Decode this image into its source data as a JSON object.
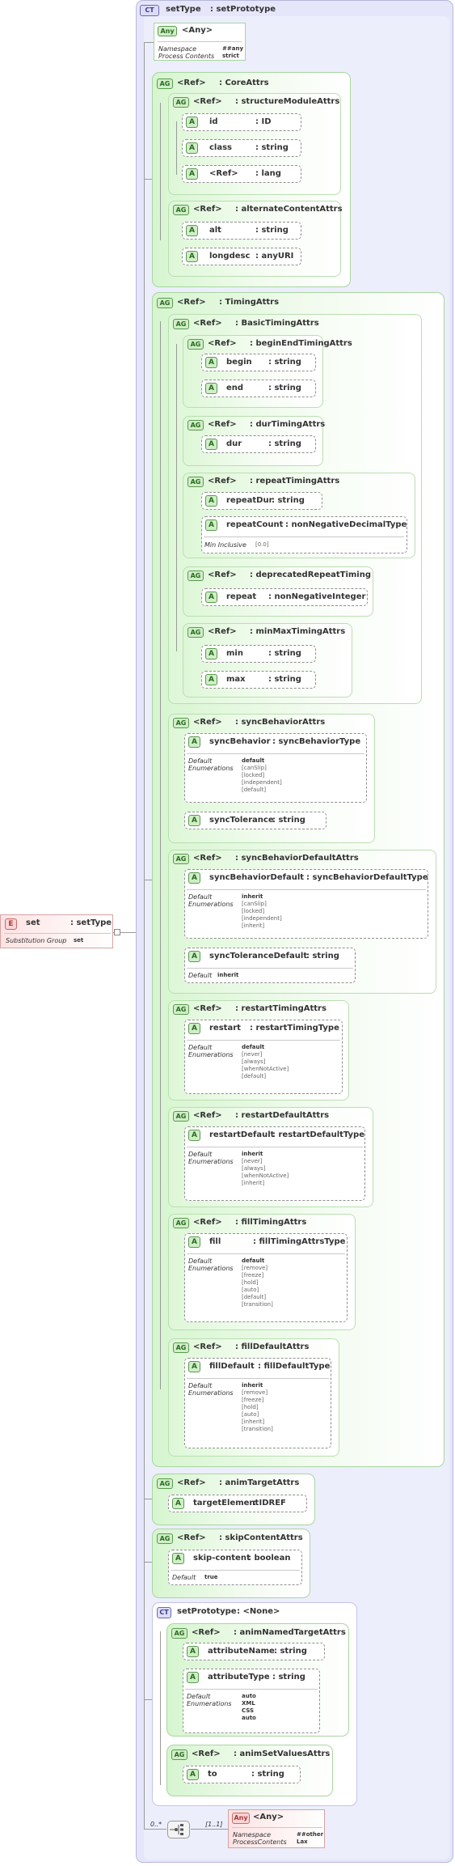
{
  "root_element": {
    "badge": "E",
    "name": "set",
    "type": ": setType",
    "meta_key": "Substitution Group",
    "meta_value": "set"
  },
  "complex_type": {
    "badge": "CT",
    "title": "setType",
    "base": ": setPrototype"
  },
  "any_top": {
    "badge": "Any",
    "label": "<Any>",
    "namespace_key": "Namespace",
    "namespace_value": "##any",
    "process_key": "Process Contents",
    "process_value": "strict"
  },
  "core_attrs": {
    "badge": "AG",
    "ref": "<Ref>",
    "name": ": CoreAttrs",
    "structure": {
      "badge": "AG",
      "ref": "<Ref>",
      "name": ": structureModuleAttrs",
      "attrs": [
        {
          "badge": "A",
          "name": "id",
          "type": ": ID"
        },
        {
          "badge": "A",
          "name": "class",
          "type": ": string"
        },
        {
          "badge": "A",
          "name": "<Ref>",
          "type": ": lang"
        }
      ]
    },
    "alternate": {
      "badge": "AG",
      "ref": "<Ref>",
      "name": ": alternateContentAttrs",
      "attrs": [
        {
          "badge": "A",
          "name": "alt",
          "type": ": string"
        },
        {
          "badge": "A",
          "name": "longdesc",
          "type": ": anyURI"
        }
      ]
    }
  },
  "timing_attrs": {
    "badge": "AG",
    "ref": "<Ref>",
    "name": ": TimingAttrs",
    "basic": {
      "badge": "AG",
      "ref": "<Ref>",
      "name": ": BasicTimingAttrs",
      "begin_end": {
        "badge": "AG",
        "ref": "<Ref>",
        "name": ": beginEndTimingAttrs",
        "attrs": [
          {
            "badge": "A",
            "name": "begin",
            "type": ": string"
          },
          {
            "badge": "A",
            "name": "end",
            "type": ": string"
          }
        ]
      },
      "dur": {
        "badge": "AG",
        "ref": "<Ref>",
        "name": ": durTimingAttrs",
        "attrs": [
          {
            "badge": "A",
            "name": "dur",
            "type": ": string"
          }
        ]
      },
      "repeat": {
        "badge": "AG",
        "ref": "<Ref>",
        "name": ": repeatTimingAttrs",
        "attr1": {
          "badge": "A",
          "name": "repeatDur",
          "type": ": string"
        },
        "attr2": {
          "badge": "A",
          "name": "repeatCount",
          "type": ": nonNegativeDecimalType"
        },
        "min_inclusive_key": "Min Inclusive",
        "min_inclusive_value": "[0.0]"
      },
      "deprecated": {
        "badge": "AG",
        "ref": "<Ref>",
        "name": ": deprecatedRepeatTiming",
        "attrs": [
          {
            "badge": "A",
            "name": "repeat",
            "type": ": nonNegativeInteger"
          }
        ]
      },
      "minmax": {
        "badge": "AG",
        "ref": "<Ref>",
        "name": ": minMaxTimingAttrs",
        "attrs": [
          {
            "badge": "A",
            "name": "min",
            "type": ": string"
          },
          {
            "badge": "A",
            "name": "max",
            "type": ": string"
          }
        ]
      }
    },
    "sync_behavior": {
      "badge": "AG",
      "ref": "<Ref>",
      "name": ": syncBehaviorAttrs",
      "attr1": {
        "badge": "A",
        "name": "syncBehavior",
        "type": ": syncBehaviorType",
        "default_key": "Default",
        "default_value": "default",
        "enum_key": "Enumerations",
        "enums": [
          "[canSlip]",
          "[locked]",
          "[independent]",
          "[default]"
        ]
      },
      "attr2": {
        "badge": "A",
        "name": "syncTolerance",
        "type": ": string"
      }
    },
    "sync_behavior_default": {
      "badge": "AG",
      "ref": "<Ref>",
      "name": ": syncBehaviorDefaultAttrs",
      "attr1": {
        "badge": "A",
        "name": "syncBehaviorDefault",
        "type": ": syncBehaviorDefaultType",
        "default_key": "Default",
        "default_value": "inherit",
        "enum_key": "Enumerations",
        "enums": [
          "[canSlip]",
          "[locked]",
          "[independent]",
          "[inherit]"
        ]
      },
      "attr2": {
        "badge": "A",
        "name": "syncToleranceDefault",
        "type": ": string",
        "default_key": "Default",
        "default_value": "inherit"
      }
    },
    "restart_timing": {
      "badge": "AG",
      "ref": "<Ref>",
      "name": ": restartTimingAttrs",
      "attr": {
        "badge": "A",
        "name": "restart",
        "type": ": restartTimingType",
        "default_key": "Default",
        "default_value": "default",
        "enum_key": "Enumerations",
        "enums": [
          "[never]",
          "[always]",
          "[whenNotActive]",
          "[default]"
        ]
      }
    },
    "restart_default": {
      "badge": "AG",
      "ref": "<Ref>",
      "name": ": restartDefaultAttrs",
      "attr": {
        "badge": "A",
        "name": "restartDefault",
        "type": ": restartDefaultType",
        "default_key": "Default",
        "default_value": "inherit",
        "enum_key": "Enumerations",
        "enums": [
          "[never]",
          "[always]",
          "[whenNotActive]",
          "[inherit]"
        ]
      }
    },
    "fill_timing": {
      "badge": "AG",
      "ref": "<Ref>",
      "name": ": fillTimingAttrs",
      "attr": {
        "badge": "A",
        "name": "fill",
        "type": ": fillTimingAttrsType",
        "default_key": "Default",
        "default_value": "default",
        "enum_key": "Enumerations",
        "enums": [
          "[remove]",
          "[freeze]",
          "[hold]",
          "[auto]",
          "[default]",
          "[transition]"
        ]
      }
    },
    "fill_default": {
      "badge": "AG",
      "ref": "<Ref>",
      "name": ": fillDefaultAttrs",
      "attr": {
        "badge": "A",
        "name": "fillDefault",
        "type": ": fillDefaultType",
        "default_key": "Default",
        "default_value": "inherit",
        "enum_key": "Enumerations",
        "enums": [
          "[remove]",
          "[freeze]",
          "[hold]",
          "[auto]",
          "[inherit]",
          "[transition]"
        ]
      }
    }
  },
  "anim_target": {
    "badge": "AG",
    "ref": "<Ref>",
    "name": ": animTargetAttrs",
    "attr": {
      "badge": "A",
      "name": "targetElement",
      "type": ": IDREF"
    }
  },
  "skip_content": {
    "badge": "AG",
    "ref": "<Ref>",
    "name": ": skipContentAttrs",
    "attr": {
      "badge": "A",
      "name": "skip-content",
      "type": ": boolean",
      "default_key": "Default",
      "default_value": "true"
    }
  },
  "set_prototype": {
    "badge": "CT",
    "title": "setPrototype",
    "base": ": <None>",
    "anim_named": {
      "badge": "AG",
      "ref": "<Ref>",
      "name": ": animNamedTargetAttrs",
      "attr1": {
        "badge": "A",
        "name": "attributeName",
        "type": ": string"
      },
      "attr2": {
        "badge": "A",
        "name": "attributeType",
        "type": ": string",
        "default_key": "Default",
        "default_value": "auto",
        "enum_key": "Enumerations",
        "enums": [
          "XML",
          "CSS",
          "auto"
        ]
      }
    },
    "anim_set_values": {
      "badge": "AG",
      "ref": "<Ref>",
      "name": ": animSetValuesAttrs",
      "attr": {
        "badge": "A",
        "name": "to",
        "type": ": string"
      }
    }
  },
  "any_bottom": {
    "occurrence": "0..*",
    "multiplicity": "[1..1]",
    "badge": "Any",
    "label": "<Any>",
    "namespace_key": "Namespace",
    "namespace_value": "##other",
    "process_key": "ProcessContents",
    "process_value": "Lax"
  },
  "colors": {
    "complex_type_bg": "#e6e6fa",
    "attr_group_bg": "#d6f5cf",
    "element_bg": "#fde3e3"
  }
}
